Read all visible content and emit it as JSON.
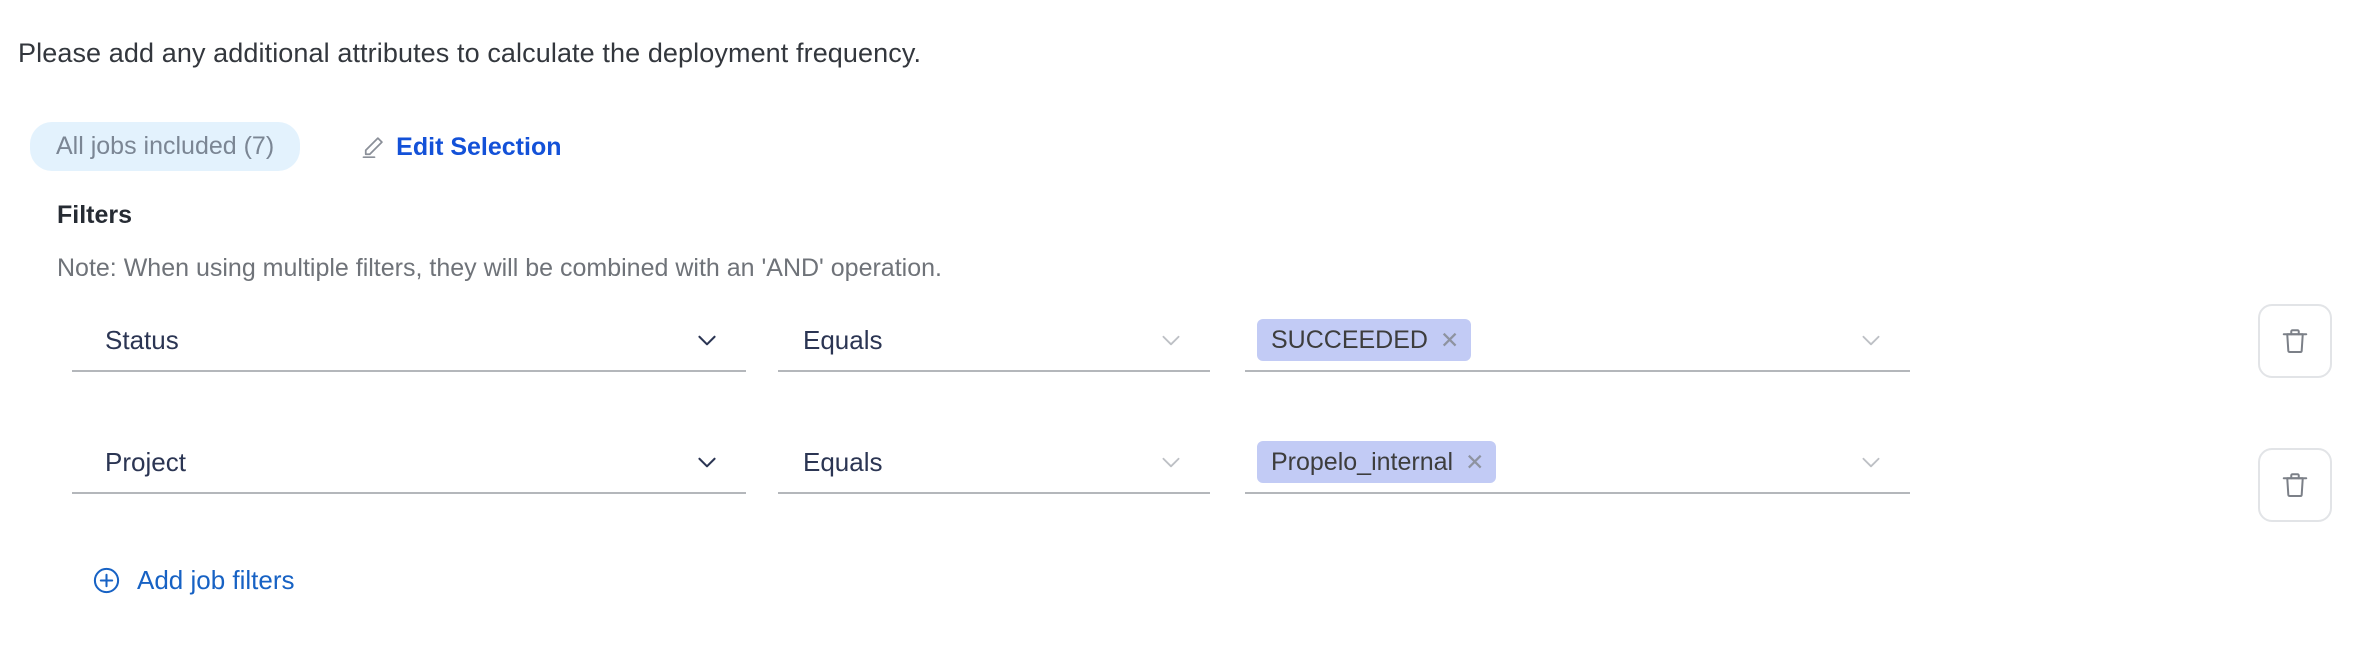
{
  "intro": {
    "text": "Please add any additional attributes to calculate the deployment frequency."
  },
  "selection": {
    "jobs_pill_label": "All jobs included (7)",
    "edit_label": "Edit Selection",
    "edit_icon": "pencil-icon"
  },
  "filters": {
    "title": "Filters",
    "note": "Note: When using multiple filters, they will be combined with an 'AND' operation.",
    "add_label": "Add job filters",
    "add_icon": "circle-plus-icon",
    "delete_icon": "trash-icon",
    "chevron_icon": "chevron-down-icon",
    "chip_remove_icon": "close-icon",
    "rows": [
      {
        "attribute": "Status",
        "operator": "Equals",
        "chip": "SUCCEEDED"
      },
      {
        "attribute": "Project",
        "operator": "Equals",
        "chip": "Propelo_internal"
      }
    ]
  },
  "colors": {
    "link": "#1762c4",
    "edit_link": "#1351d8",
    "pill_bg": "#e3f2fd",
    "pill_text": "#7b8694",
    "chip_bg": "#c2cbf5",
    "chip_text": "#3d3d3d",
    "field_text": "#2b3553",
    "field_underline": "#b4b7bb",
    "note_text": "#6f7379"
  }
}
